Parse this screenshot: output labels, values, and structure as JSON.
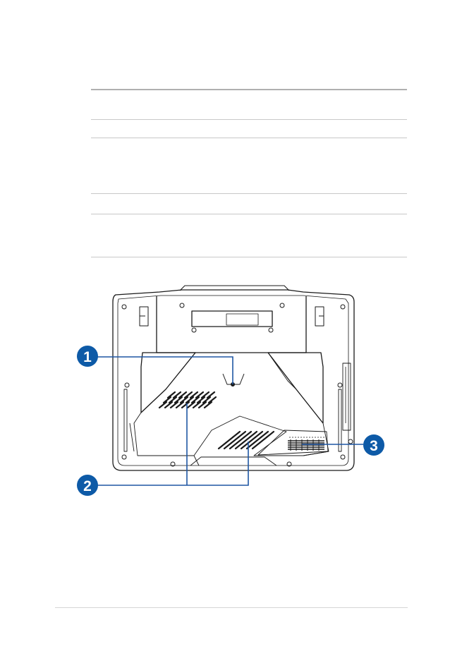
{
  "document": {
    "table": {
      "rows": [
        {
          "label": ""
        },
        {
          "label": ""
        },
        {
          "label": ""
        },
        {
          "label": ""
        }
      ]
    },
    "figure": {
      "callouts": [
        {
          "number": "1"
        },
        {
          "number": "2"
        },
        {
          "number": "3"
        }
      ],
      "colors": {
        "callout_fill": "#0d5aa7",
        "leader_line": "#1f56a3",
        "outline": "#1a1a1a"
      }
    }
  }
}
